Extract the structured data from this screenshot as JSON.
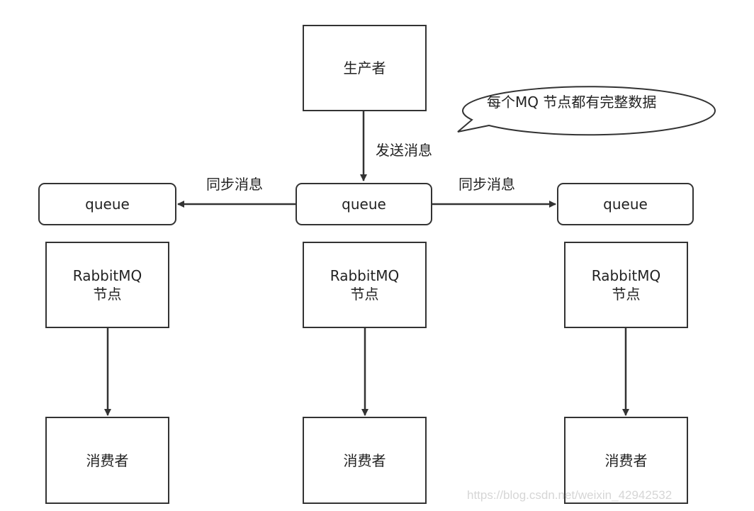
{
  "producer": {
    "label": "生产者"
  },
  "callout": {
    "text": "每个MQ 节点都有完整数据"
  },
  "edges": {
    "send_label": "发送消息",
    "sync_left_label": "同步消息",
    "sync_right_label": "同步消息"
  },
  "queues": [
    {
      "label": "queue"
    },
    {
      "label": "queue"
    },
    {
      "label": "queue"
    }
  ],
  "nodes": [
    {
      "line1": "RabbitMQ",
      "line2": "节点"
    },
    {
      "line1": "RabbitMQ",
      "line2": "节点"
    },
    {
      "line1": "RabbitMQ",
      "line2": "节点"
    }
  ],
  "consumers": [
    {
      "label": "消费者"
    },
    {
      "label": "消费者"
    },
    {
      "label": "消费者"
    }
  ],
  "watermark": {
    "text": "https://blog.csdn.net/weixin_42942532"
  }
}
